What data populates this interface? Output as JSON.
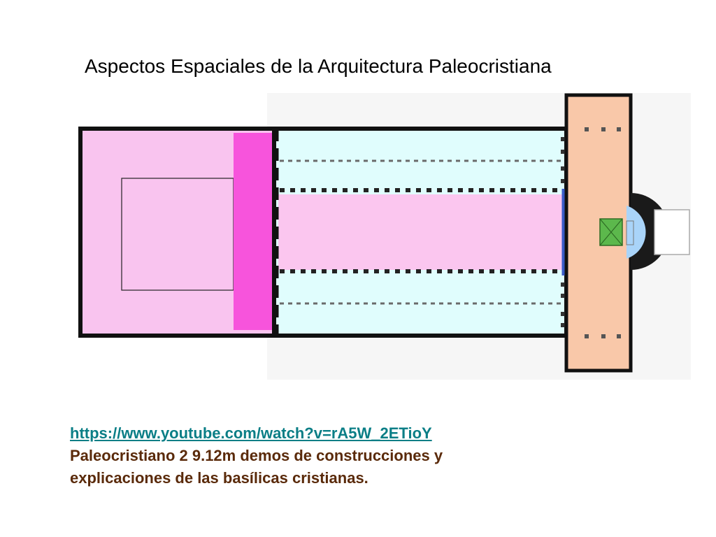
{
  "slide": {
    "title": "Aspectos  Espaciales de la Arquitectura Paleocristiana",
    "link_text": "https://www.youtube.com/watch?v=rA5W_2ETioY",
    "description_line1": "Paleocristiano 2 9.12m demos de construcciones y",
    "description_line2": "explicaciones de las basílicas cristianas."
  },
  "plan_colors": {
    "atrium": "#f9c4ef",
    "narthex": "#f754dc",
    "aisles": "#e0fdfd",
    "nave": "#fbc6ef",
    "transept": "#f9c8a9",
    "apse": "#a9d4f9",
    "altar": "#5cb84c",
    "link": "#0a7e86",
    "text_brown": "#5a2a0a"
  }
}
